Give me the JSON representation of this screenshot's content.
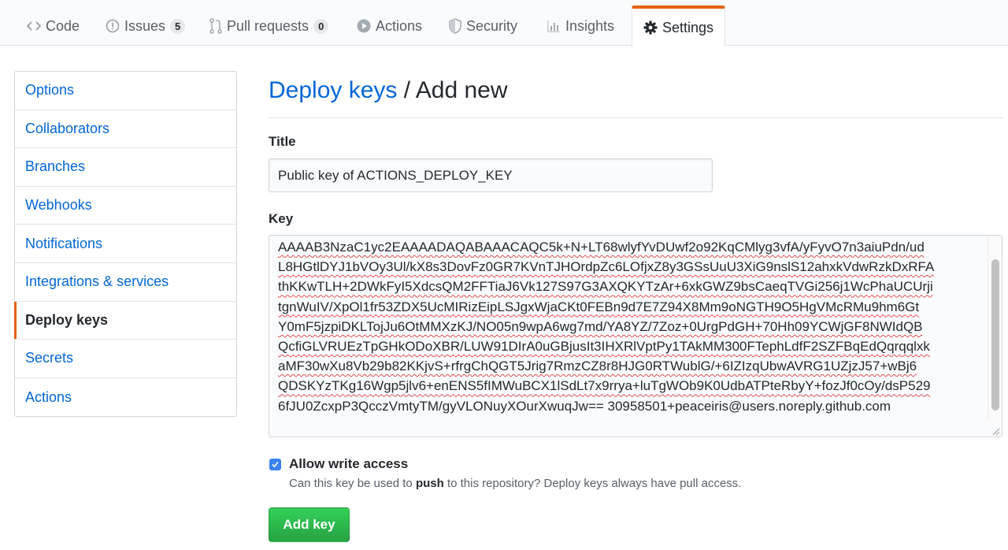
{
  "tabs": [
    {
      "label": "Code",
      "icon": "code-icon"
    },
    {
      "label": "Issues",
      "icon": "issue-icon",
      "count": "5"
    },
    {
      "label": "Pull requests",
      "icon": "pull-request-icon",
      "count": "0"
    },
    {
      "label": "Actions",
      "icon": "play-icon"
    },
    {
      "label": "Security",
      "icon": "shield-icon"
    },
    {
      "label": "Insights",
      "icon": "graph-icon"
    },
    {
      "label": "Settings",
      "icon": "gear-icon",
      "selected": true
    }
  ],
  "sidebar": {
    "items": [
      {
        "label": "Options"
      },
      {
        "label": "Collaborators"
      },
      {
        "label": "Branches"
      },
      {
        "label": "Webhooks"
      },
      {
        "label": "Notifications"
      },
      {
        "label": "Integrations & services"
      },
      {
        "label": "Deploy keys",
        "selected": true
      },
      {
        "label": "Secrets"
      },
      {
        "label": "Actions"
      }
    ]
  },
  "main": {
    "breadcrumb_link": "Deploy keys",
    "breadcrumb_sep": " / ",
    "breadcrumb_current": "Add new",
    "title_label": "Title",
    "title_value": "Public key of ACTIONS_DEPLOY_KEY",
    "key_label": "Key",
    "key_lines": [
      "AAAAB3NzaC1yc2EAAAADAQABAAACAQC5k+N+LT68wlyfYvDUwf2o92KqCMlyg3vfA/yFyvO7n3aiuPdn/ud",
      "L8HGtlDYJ1bVOy3Ul/kX8s3DovFz0GR7KVnTJHOrdpZc6LOfjxZ8y3GSsUuU3XiG9nslS12ahxkVdwRzkDxRFA",
      "thKKwTLH+2DWkFyI5XdcsQM2FFTiaJ6Vk127S97G3AXQKYTzAr+6xkGWZ9bsCaeqTVGi256j1WcPhaUCUrji",
      "tgnWuIV/XpOl1fr53ZDX5UcMIRizEipLSJgxWjaCKt0FEBn9d7E7Z94X8Mm9oNGTH9O5HgVMcRMu9hm6Gt",
      "Y0mF5jzpiDKLTojJu6OtMMXzKJ/NO05n9wpA6wg7md/YA8YZ/7Zoz+0UrgPdGH+70Hh09YCWjGF8NWIdQB",
      "QcfiGLVRUEzTpGHkODoXBR/LUW91DIrA0uGBjusIt3IHXRlVptPy1TAkMM300FTephLdfF2SZFBqEdQqrqqlxk",
      "aMF30wXu8Vb29b82KKjvS+rfrgChQGT5Jrig7RmzCZ8r8HJG0RTWublG/+6IZIzqUbwAVRG1UZjzJ57+wBj6",
      "QDSKYzTKg16Wgp5jlv6+enENS5fIMWuBCX1lSdLt7x9rrya+luTgWOb9K0UdbATPteRbyY+fozJf0cOy/dsP529",
      "6fJU0ZcxpP3QcczVmtyTM/gyVLONuyXOurXwuqJw== 30958501+peaceiris@users.noreply.github.com"
    ],
    "allow_write_label": "Allow write access",
    "allow_write_checked": true,
    "note_prefix": "Can this key be used to ",
    "note_bold": "push",
    "note_suffix": " to this repository? Deploy keys always have pull access.",
    "submit_label": "Add key"
  },
  "colors": {
    "accent_orange": "#e36209",
    "link_blue": "#0366d6",
    "button_green": "#2ea44f",
    "checkbox_blue": "#3b82f6"
  }
}
